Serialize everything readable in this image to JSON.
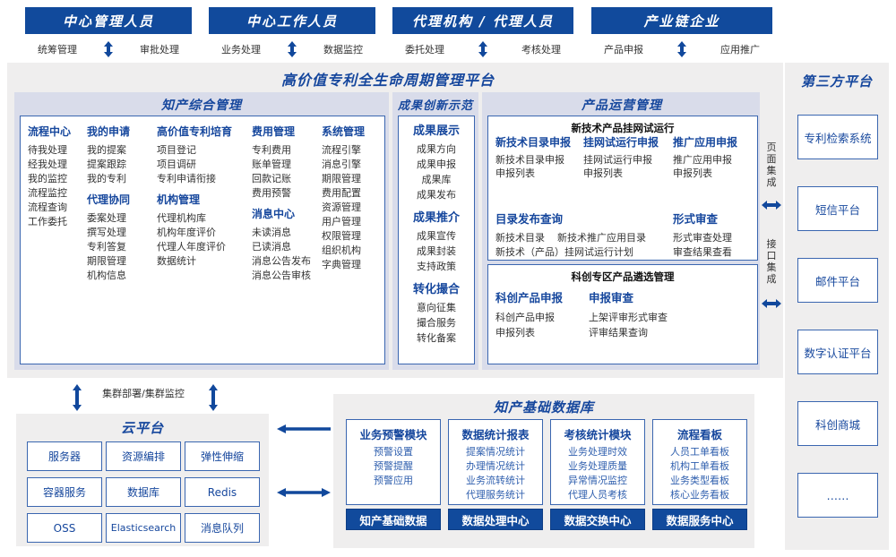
{
  "roles": [
    {
      "title": "中心管理人员",
      "left": "统筹管理",
      "right": "审批处理"
    },
    {
      "title": "中心工作人员",
      "left": "业务处理",
      "right": "数据监控"
    },
    {
      "title": "代理机构 / 代理人员",
      "left": "委托处理",
      "right": "考核处理"
    },
    {
      "title": "产业链企业",
      "left": "产品申报",
      "right": "应用推广"
    }
  ],
  "platform": {
    "title": "高价值专利全生命周期管理平台",
    "sections": {
      "ip_mgmt": {
        "title": "知产综合管理",
        "columns": [
          {
            "groups": [
              {
                "head": "流程中心",
                "items": [
                  "待我处理",
                  "经我处理",
                  "我的监控",
                  "流程监控",
                  "流程查询",
                  "工作委托"
                ]
              }
            ]
          },
          {
            "groups": [
              {
                "head": "我的申请",
                "items": [
                  "我的提案",
                  "提案跟踪",
                  "我的专利"
                ]
              },
              {
                "head": "代理协同",
                "items": [
                  "委案处理",
                  "撰写处理",
                  "专利答复",
                  "期限管理",
                  "机构信息"
                ]
              }
            ]
          },
          {
            "groups": [
              {
                "head": "高价值专利培育",
                "items": [
                  "项目登记",
                  "项目调研",
                  "专利申请衔接"
                ]
              },
              {
                "head": "机构管理",
                "items": [
                  "代理机构库",
                  "机构年度评价",
                  "代理人年度评价",
                  "数据统计"
                ]
              }
            ]
          },
          {
            "groups": [
              {
                "head": "费用管理",
                "items": [
                  "专利费用",
                  "账单管理",
                  "回款记账",
                  "费用预警"
                ]
              },
              {
                "head": "消息中心",
                "items": [
                  "未读消息",
                  "已读消息",
                  "消息公告发布",
                  "消息公告审核"
                ]
              }
            ]
          },
          {
            "groups": [
              {
                "head": "系统管理",
                "items": [
                  "流程引擎",
                  "消息引擎",
                  "期限管理",
                  "费用配置",
                  "资源管理",
                  "用户管理",
                  "权限管理",
                  "组织机构",
                  "字典管理"
                ]
              }
            ]
          }
        ]
      },
      "achievement": {
        "title": "成果创新示范",
        "groups": [
          {
            "head": "成果展示",
            "items": [
              "成果方向",
              "成果申报",
              "成果库",
              "成果发布"
            ]
          },
          {
            "head": "成果推介",
            "items": [
              "成果宣传",
              "成果封装",
              "支持政策"
            ]
          },
          {
            "head": "转化撮合",
            "items": [
              "意向征集",
              "撮合服务",
              "转化备案"
            ]
          }
        ]
      },
      "product_ops": {
        "title": "产品运营管理",
        "sub1": {
          "title": "新技术产品挂网试运行",
          "row1": [
            {
              "head": "新技术目录申报",
              "items": [
                "新技术目录申报",
                "申报列表"
              ]
            },
            {
              "head": "挂网试运行申报",
              "items": [
                "挂网试运行申报",
                "申报列表"
              ]
            },
            {
              "head": "推广应用申报",
              "items": [
                "推广应用申报",
                "申报列表"
              ]
            }
          ],
          "row2_left_head": "目录发布查询",
          "row2_left_items": [
            "新技术目录",
            "新技术推广应用目录",
            "新技术（产品）挂网试运行计划"
          ],
          "row2_right_head": "形式审查",
          "row2_right_items": [
            "形式审查处理",
            "审查结果查看"
          ]
        },
        "sub2": {
          "title": "科创专区产品遴选管理",
          "cols": [
            {
              "head": "科创产品申报",
              "items": [
                "科创产品申报",
                "申报列表"
              ]
            },
            {
              "head": "申报审查",
              "items": [
                "上架评审形式审查",
                "评审结果查询"
              ]
            }
          ]
        }
      }
    }
  },
  "integration": {
    "page": "页面集成",
    "api": "接口集成"
  },
  "third_party": {
    "title": "第三方平台",
    "items": [
      "专利检索系统",
      "短信平台",
      "邮件平台",
      "数字认证平台",
      "科创商城",
      "……"
    ]
  },
  "cloud": {
    "cluster_label": "集群部署/集群监控",
    "title": "云平台",
    "boxes": [
      "服务器",
      "资源编排",
      "弹性伸缩",
      "容器服务",
      "数据库",
      "Redis",
      "OSS",
      "Elasticsearch",
      "消息队列"
    ]
  },
  "knowledge_db": {
    "title": "知产基础数据库",
    "columns": [
      {
        "head": "业务预警模块",
        "items": [
          "预警设置",
          "预警提醒",
          "预警应用"
        ],
        "foot": "知产基础数据"
      },
      {
        "head": "数据统计报表",
        "items": [
          "提案情况统计",
          "办理情况统计",
          "业务流转统计",
          "代理服务统计"
        ],
        "foot": "数据处理中心"
      },
      {
        "head": "考核统计模块",
        "items": [
          "业务处理时效",
          "业务处理质量",
          "异常情况监控",
          "代理人员考核"
        ],
        "foot": "数据交换中心"
      },
      {
        "head": "流程看板",
        "items": [
          "人员工单看板",
          "机构工单看板",
          "业务类型看板",
          "核心业务看板"
        ],
        "foot": "数据服务中心"
      }
    ]
  },
  "colors": {
    "header_blue": "#114a9c",
    "accent_blue": "#16479d",
    "panel_bg": "#d9dcea",
    "frame_bg": "#efeeee",
    "border_blue": "#3a66b0"
  }
}
